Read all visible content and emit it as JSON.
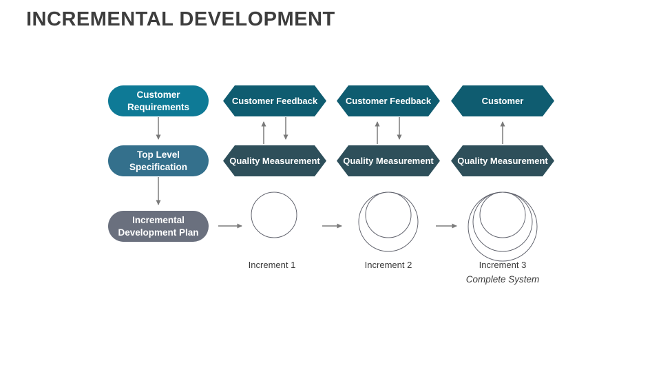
{
  "title": "INCREMENTAL DEVELOPMENT",
  "colors": {
    "title": "#3d3d3d",
    "pill1": "#0e7a96",
    "pill2": "#34708c",
    "pill3": "#6a707e",
    "hex_top": "#0f5c70",
    "hex_bottom": "#2e4f5a",
    "arrow": "#7a7a7a",
    "circle_stroke": "#63656f",
    "label": "#3a3a3a"
  },
  "left_flow": {
    "items": [
      {
        "label": "Customer Requirements"
      },
      {
        "label": "Top Level Specification"
      },
      {
        "label": "Incremental Development Plan"
      }
    ]
  },
  "columns": [
    {
      "top": "Customer Feedback",
      "bottom": "Quality Measurement",
      "increment_label": "Increment 1"
    },
    {
      "top": "Customer Feedback",
      "bottom": "Quality Measurement",
      "increment_label": "Increment 2"
    },
    {
      "top": "Customer",
      "bottom": "Quality Measurement",
      "increment_label": "Increment 3",
      "sublabel": "Complete System"
    }
  ]
}
